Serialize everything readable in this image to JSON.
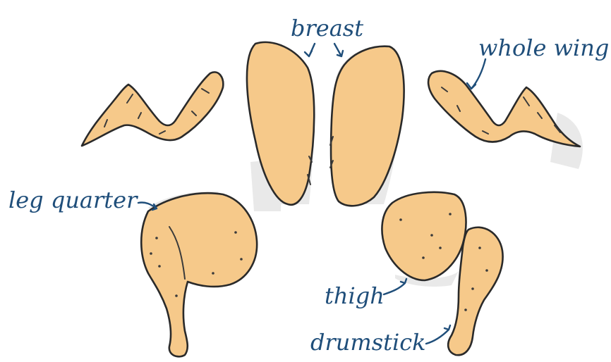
{
  "colors": {
    "meat": "#f6c98a",
    "outline": "#2a2a2a",
    "label": "#1f4e7a"
  },
  "labels": {
    "breast": "breast",
    "whole_wing": "whole wing",
    "leg_quarter": "leg quarter",
    "thigh": "thigh",
    "drumstick": "drumstick"
  }
}
